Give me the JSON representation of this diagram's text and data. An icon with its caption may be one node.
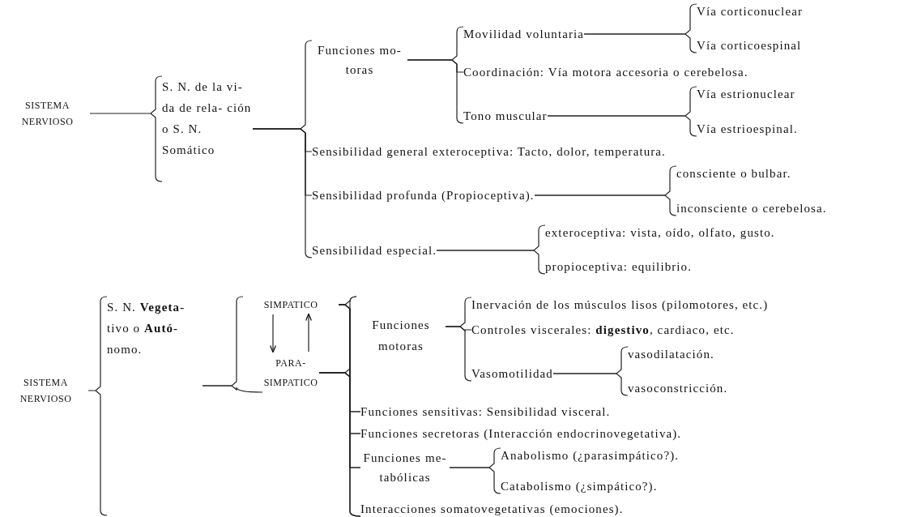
{
  "diagram": {
    "nodes": [
      {
        "text": [
          "SISTEMA NERVIOSO"
        ]
      },
      {
        "text": [
          "S. N. de la vi- da de rela- ción o S. N. Somático"
        ]
      },
      {
        "text": [
          "Funciones mo- toras"
        ]
      },
      {
        "text": [
          "Movilidad voluntaria"
        ]
      },
      {
        "text": [
          "Vía corticonuclear"
        ]
      },
      {
        "text": [
          "Vía corticoespinal"
        ]
      },
      {
        "text": [
          "Coordinación: Vía motora accesoria o cerebelosa."
        ]
      },
      {
        "text": [
          "Tono muscular"
        ]
      },
      {
        "text": [
          "Vía estrionuclear"
        ]
      },
      {
        "text": [
          "Vía estrioespinal."
        ]
      },
      {
        "text": [
          "Sensibilidad general exteroceptiva: Tacto, dolor, temperatura."
        ]
      },
      {
        "text": [
          "Sensibilidad profunda (Propioceptiva)."
        ]
      },
      {
        "text": [
          "consciente o bulbar."
        ]
      },
      {
        "text": [
          "inconsciente o cerebelosa."
        ]
      },
      {
        "text": [
          "Sensibilidad especial."
        ]
      },
      {
        "text": [
          "exteroceptiva: vista, oído, olfato, gusto."
        ]
      },
      {
        "text": [
          "propioceptiva: equilibrio."
        ]
      },
      {
        "text": [
          "SISTEMA NERVIOSO"
        ]
      },
      {
        "text": [
          "S. N. **Vegeta-** tivo o **Autó-** nomo."
        ]
      },
      {
        "text": [
          "SIMPATICO"
        ]
      },
      {
        "text": [
          "PARA- SIMPATICO"
        ]
      },
      {
        "text": [
          "Funciones motoras"
        ]
      },
      {
        "text": [
          "Inervación de los músculos lisos (pilomotores, etc.)"
        ]
      },
      {
        "text": [
          "Controles viscerales: **digestivo**, cardiaco, etc."
        ]
      },
      {
        "text": [
          "Vasomotilidad"
        ]
      },
      {
        "text": [
          "vasodilatación."
        ]
      },
      {
        "text": [
          "vasoconstricción."
        ]
      },
      {
        "text": [
          "Funciones sensitivas: Sensibilidad visceral."
        ]
      },
      {
        "text": [
          "Funciones secretoras (Interacción endocrinovegetativa)."
        ]
      },
      {
        "text": [
          "Funciones me- tabólicas"
        ]
      },
      {
        "text": [
          "Anabolismo (¿parasimpático?)."
        ]
      },
      {
        "text": [
          "Catabolismo (¿simpático?)."
        ]
      },
      {
        "text": [
          "Interacciones somatovegetativas (emociones)."
        ]
      }
    ],
    "edges": [
      {
        "from": 0,
        "to": 1,
        "arrow": "none"
      },
      {
        "from": 1,
        "to": 2,
        "arrow": "none"
      },
      {
        "from": 1,
        "to": 10,
        "arrow": "none"
      },
      {
        "from": 1,
        "to": 11,
        "arrow": "none"
      },
      {
        "from": 1,
        "to": 14,
        "arrow": "none"
      },
      {
        "from": 2,
        "to": 3,
        "arrow": "none"
      },
      {
        "from": 2,
        "to": 6,
        "arrow": "none"
      },
      {
        "from": 2,
        "to": 7,
        "arrow": "none"
      },
      {
        "from": 3,
        "to": 4,
        "arrow": "none"
      },
      {
        "from": 3,
        "to": 5,
        "arrow": "none"
      },
      {
        "from": 7,
        "to": 8,
        "arrow": "none"
      },
      {
        "from": 7,
        "to": 9,
        "arrow": "none"
      },
      {
        "from": 11,
        "to": 12,
        "arrow": "none"
      },
      {
        "from": 11,
        "to": 13,
        "arrow": "none"
      },
      {
        "from": 14,
        "to": 15,
        "arrow": "none"
      },
      {
        "from": 14,
        "to": 16,
        "arrow": "none"
      },
      {
        "from": 17,
        "to": 18,
        "arrow": "none"
      },
      {
        "from": 18,
        "to": 19,
        "arrow": "none"
      },
      {
        "from": 18,
        "to": 20,
        "arrow": "none"
      },
      {
        "from": 19,
        "to": 20,
        "arrow": "to"
      },
      {
        "from": 20,
        "to": 19,
        "arrow": "to"
      },
      {
        "from": 19,
        "to": 21,
        "arrow": "none"
      },
      {
        "from": 19,
        "to": 27,
        "arrow": "none"
      },
      {
        "from": 19,
        "to": 28,
        "arrow": "none"
      },
      {
        "from": 19,
        "to": 29,
        "arrow": "none"
      },
      {
        "from": 19,
        "to": 32,
        "arrow": "none"
      },
      {
        "from": 20,
        "to": 21,
        "arrow": "none"
      },
      {
        "from": 20,
        "to": 27,
        "arrow": "none"
      },
      {
        "from": 20,
        "to": 28,
        "arrow": "none"
      },
      {
        "from": 20,
        "to": 29,
        "arrow": "none"
      },
      {
        "from": 20,
        "to": 32,
        "arrow": "none"
      },
      {
        "from": 21,
        "to": 22,
        "arrow": "none"
      },
      {
        "from": 21,
        "to": 23,
        "arrow": "none"
      },
      {
        "from": 21,
        "to": 24,
        "arrow": "none"
      },
      {
        "from": 24,
        "to": 25,
        "arrow": "none"
      },
      {
        "from": 24,
        "to": 26,
        "arrow": "none"
      },
      {
        "from": 29,
        "to": 30,
        "arrow": "none"
      },
      {
        "from": 29,
        "to": 31,
        "arrow": "none"
      }
    ]
  }
}
